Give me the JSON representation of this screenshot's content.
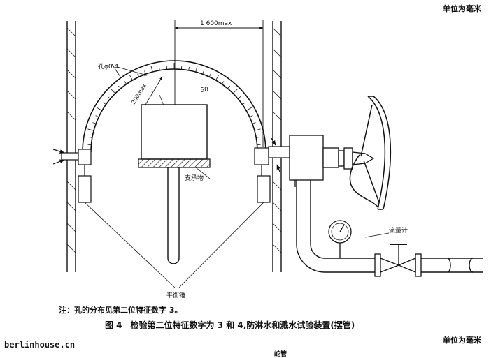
{
  "header": {
    "unit": "单位为毫米"
  },
  "figure": {
    "dim_width": "1 600max",
    "hole_label": "孔φ0.4",
    "radius_label": "200max",
    "scale_mark": "50",
    "support_label": "支承物",
    "flowmeter_label": "流量计",
    "counterweight_label": "平衡锤"
  },
  "note": "注：孔的分布见第二位特征数字 3。",
  "caption": "图 4　检验第二位特征数字为 3 和 4,防淋水和溅水试验装置(摆管)",
  "watermark": "berlinhouse.cn",
  "footer": {
    "unit": "单位为毫米",
    "cut_text": "蛇管"
  }
}
